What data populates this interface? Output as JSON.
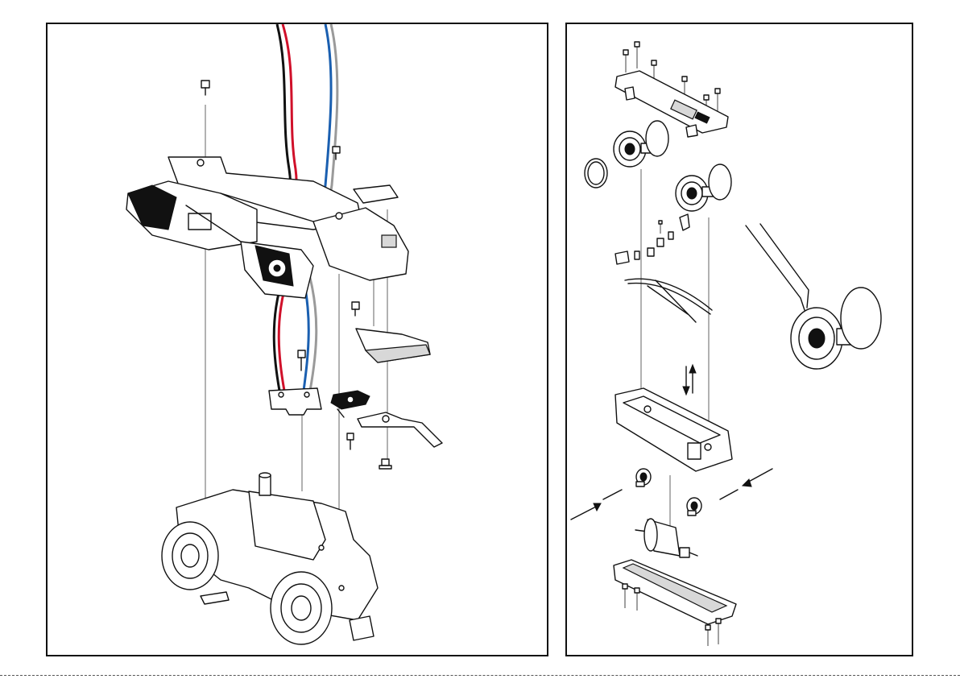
{
  "diagram": {
    "kind": "exploded-assembly",
    "panels": [
      {
        "id": "left",
        "description_visible": false
      },
      {
        "id": "right",
        "description_visible": false
      }
    ],
    "wire_colors": {
      "black": "#111111",
      "red": "#d0102a",
      "blue": "#1a5fb0",
      "grey": "#9a9a9a"
    },
    "icons": [
      "screw-icon",
      "arrow-icon",
      "wheel-icon",
      "tweezers-icon",
      "motor-icon"
    ]
  }
}
